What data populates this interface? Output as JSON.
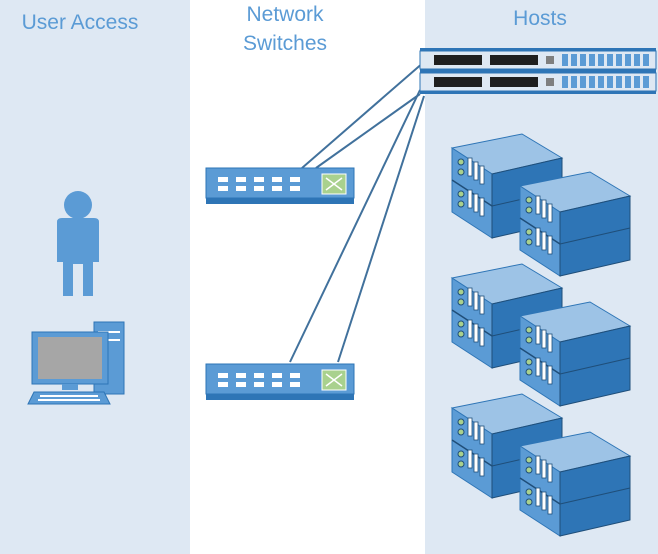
{
  "columns": {
    "user_access": {
      "title": "User Access"
    },
    "network_switches": {
      "title_line1": "Network",
      "title_line2": "Switches"
    },
    "hosts": {
      "title": "Hosts"
    }
  },
  "colors": {
    "panel_background": "#dee8f3",
    "title_text": "#5b9bd5",
    "device_fill": "#5b9bd5",
    "device_dark": "#2e75b6",
    "server_top": "#9dc3e6",
    "server_front": "#5b9bd5",
    "server_side": "#2e75b6",
    "link_line": "#41719c",
    "switch_uplink": "#a9d18e"
  },
  "icons": {
    "user": "person-icon",
    "workstation": "desktop-computer-icon",
    "access_switch": "network-switch-icon",
    "core_switch": "rack-switch-icon",
    "host": "server-icon"
  },
  "connections": [
    {
      "from": "access-switch-1",
      "to": "core-switch"
    },
    {
      "from": "access-switch-1",
      "to": "core-switch"
    },
    {
      "from": "access-switch-2",
      "to": "core-switch"
    },
    {
      "from": "access-switch-2",
      "to": "core-switch"
    }
  ]
}
